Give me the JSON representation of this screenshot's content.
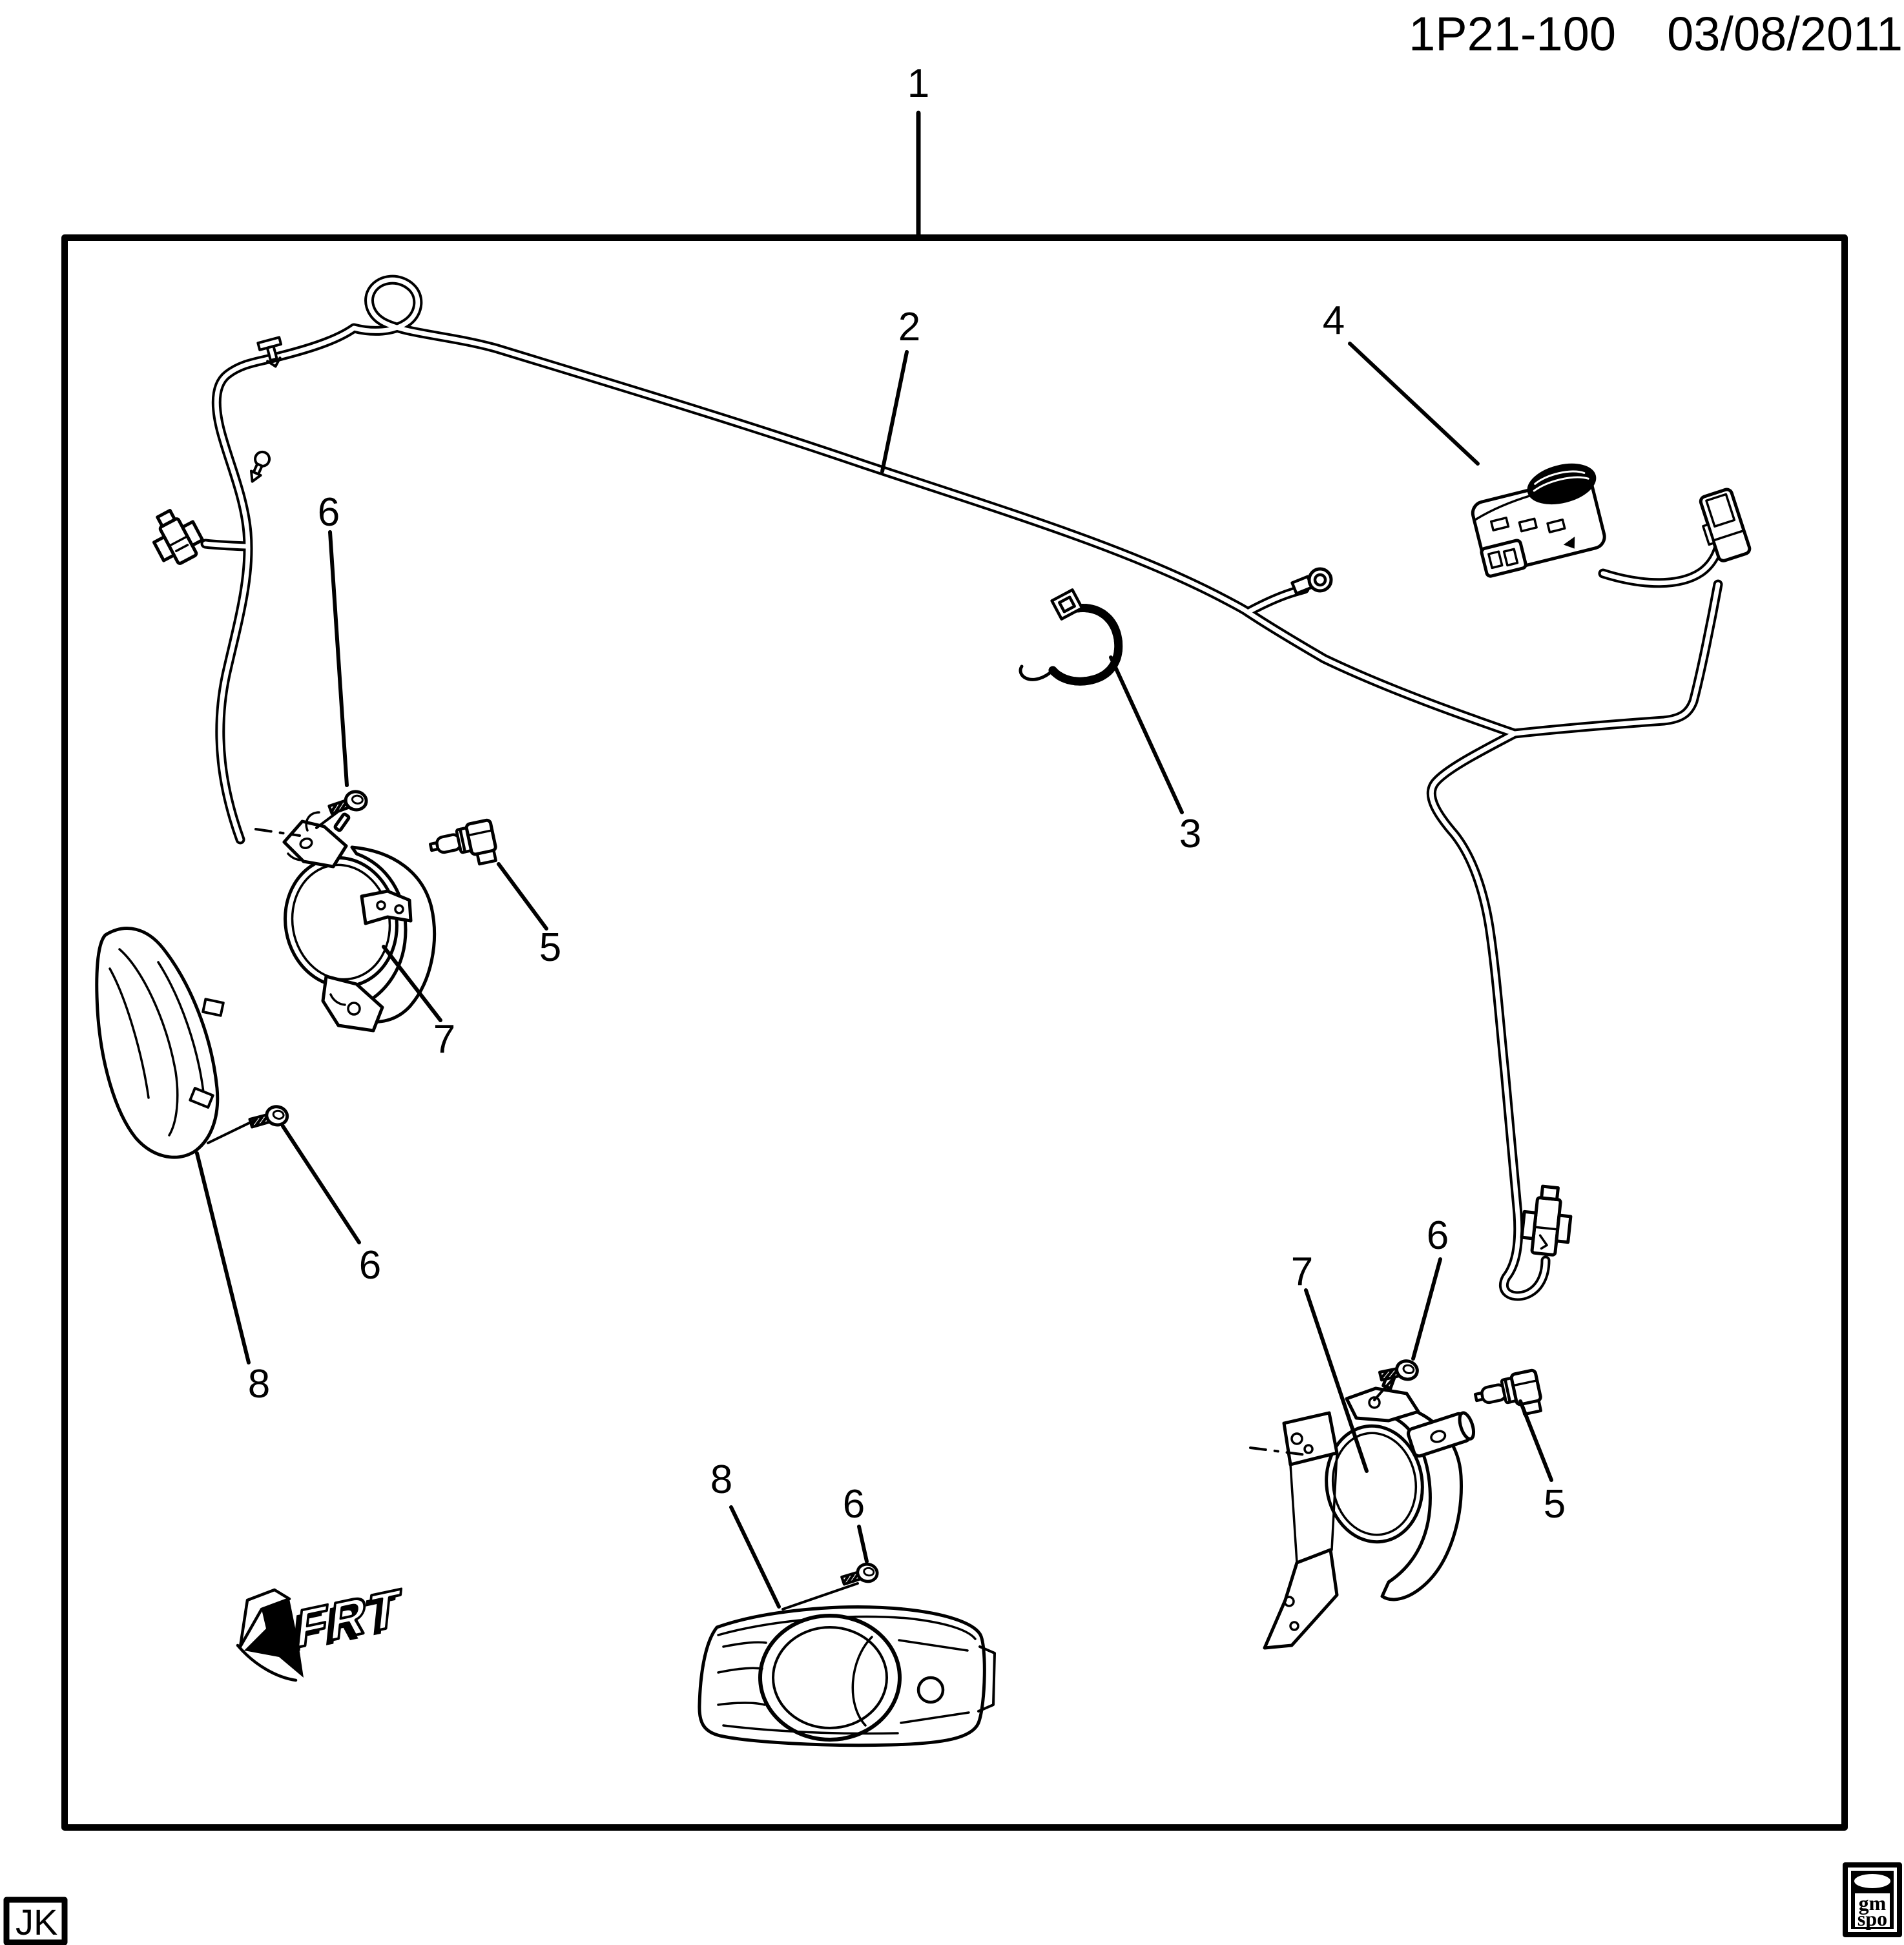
{
  "header": {
    "doc_code": "1P21-100",
    "doc_date": "03/08/2011"
  },
  "callouts": {
    "c1": "1",
    "c2": "2",
    "c3": "3",
    "c4": "4",
    "c5": "5",
    "c6": "6",
    "c7": "7",
    "c8": "8"
  },
  "corner_tag": "JK",
  "front_marker": "FRT",
  "logo": {
    "top": "gm",
    "bottom": "spo"
  },
  "colors": {
    "ink": "#000000",
    "paper": "#ffffff"
  }
}
